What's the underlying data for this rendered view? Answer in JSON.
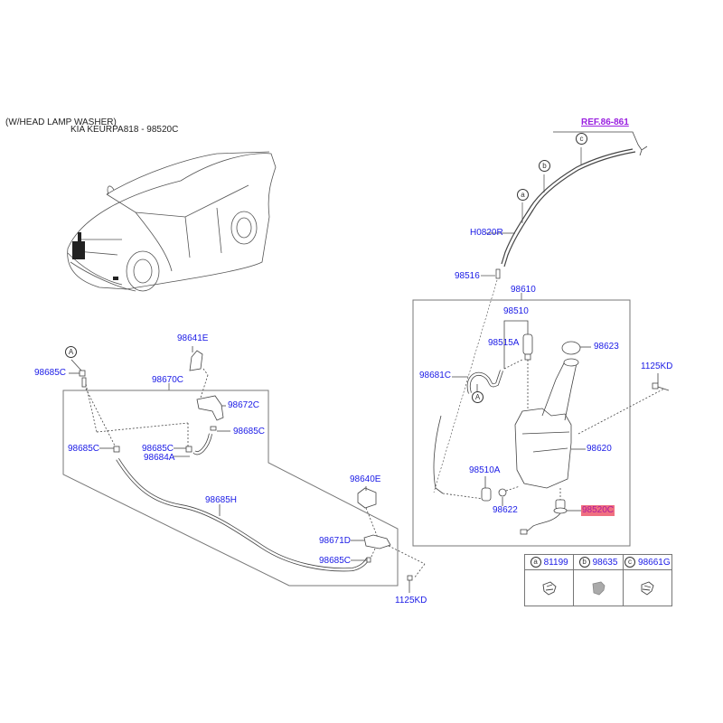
{
  "header": {
    "title": "(W/HEAD LAMP WASHER)",
    "subtitle": "KIA KEURPA818 - 98520C"
  },
  "reference": {
    "label": "REF.86-861"
  },
  "callout_letters": {
    "a": "a",
    "b": "b",
    "c": "c",
    "A_top": "A",
    "A_tank": "A"
  },
  "parts": {
    "h0820r": "H0820R",
    "p98516": "98516",
    "p98610": "98610",
    "p98510": "98510",
    "p98515a": "98515A",
    "p98623": "98623",
    "p98681c": "98681C",
    "p1125kd_right": "1125KD",
    "p98620": "98620",
    "p98510a": "98510A",
    "p98622": "98622",
    "p98520c": "98520C",
    "p98641e": "98641E",
    "p98685c_top": "98685C",
    "p98670c": "98670C",
    "p98672c": "98672C",
    "p98685c_right": "98685C",
    "p98685c_left": "98685C",
    "p98685c_mid": "98685C",
    "p98684a": "98684A",
    "p98685h": "98685H",
    "p98640e": "98640E",
    "p98671d": "98671D",
    "p98685c_bottom": "98685C",
    "p1125kd_bottom": "1125KD"
  },
  "highlighted_part": "98520C",
  "colors": {
    "label": "#1a1ae6",
    "reference": "#9a20e0",
    "highlight_bg": "#f07080",
    "line": "#555555"
  },
  "legend": [
    {
      "letter": "a",
      "part": "81199"
    },
    {
      "letter": "b",
      "part": "98635"
    },
    {
      "letter": "c",
      "part": "98661G"
    }
  ]
}
